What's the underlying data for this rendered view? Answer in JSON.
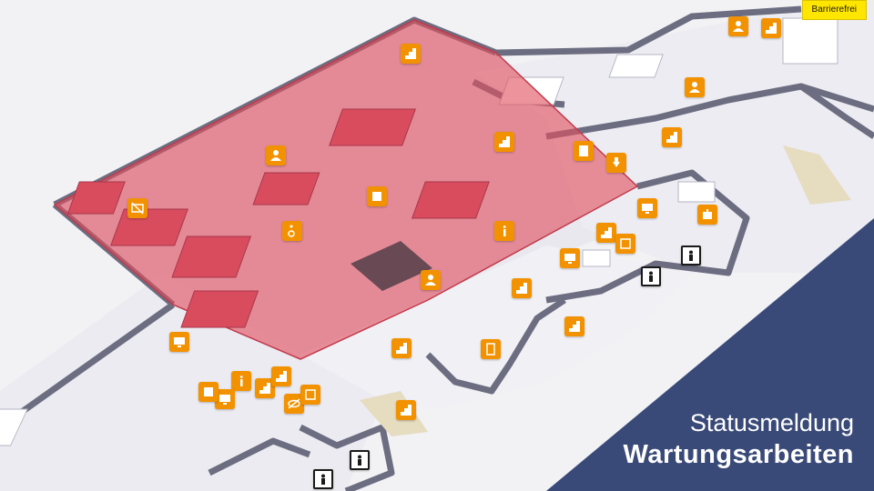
{
  "accessibility_button": {
    "label": "Barrierefrei"
  },
  "status": {
    "title": "Statusmeldung",
    "subtitle": "Wartungsarbeiten"
  },
  "colors": {
    "accent": "#f39200",
    "highlight_zone": "#e0505f",
    "status_panel": "#3a4a78",
    "badge": "#ffe600",
    "floor": "#e9e9ef",
    "wall": "#6c6d80"
  },
  "map": {
    "highlighted_zone": "restricted-area",
    "pois": [
      {
        "name": "stairs-icon"
      },
      {
        "name": "person-info-icon"
      },
      {
        "name": "stairs-icon"
      },
      {
        "name": "person-info-icon"
      },
      {
        "name": "stairs-icon"
      },
      {
        "name": "no-projector-icon"
      },
      {
        "name": "person-info-icon"
      },
      {
        "name": "book-icon"
      },
      {
        "name": "wheelchair-icon"
      },
      {
        "name": "stairs-icon"
      },
      {
        "name": "building-icon"
      },
      {
        "name": "download-icon"
      },
      {
        "name": "info-icon"
      },
      {
        "name": "person-pin-icon"
      },
      {
        "name": "monitor-icon"
      },
      {
        "name": "robot-icon"
      },
      {
        "name": "stairs-icon"
      },
      {
        "name": "copier-icon"
      },
      {
        "name": "monitor-icon"
      },
      {
        "name": "stairs-icon"
      },
      {
        "name": "stairs-icon"
      },
      {
        "name": "monitor-icon"
      },
      {
        "name": "reader-icon"
      },
      {
        "name": "info-icon"
      },
      {
        "name": "stairs-icon"
      },
      {
        "name": "monitor-icon"
      },
      {
        "name": "stairs-icon"
      },
      {
        "name": "stairs-icon"
      },
      {
        "name": "no-eye-icon"
      },
      {
        "name": "copier-icon"
      },
      {
        "name": "stairs-icon"
      },
      {
        "name": "locker-icon"
      },
      {
        "name": "toilet-icon"
      },
      {
        "name": "toilet-icon"
      },
      {
        "name": "toilet-icon"
      },
      {
        "name": "toilet-icon"
      }
    ]
  }
}
